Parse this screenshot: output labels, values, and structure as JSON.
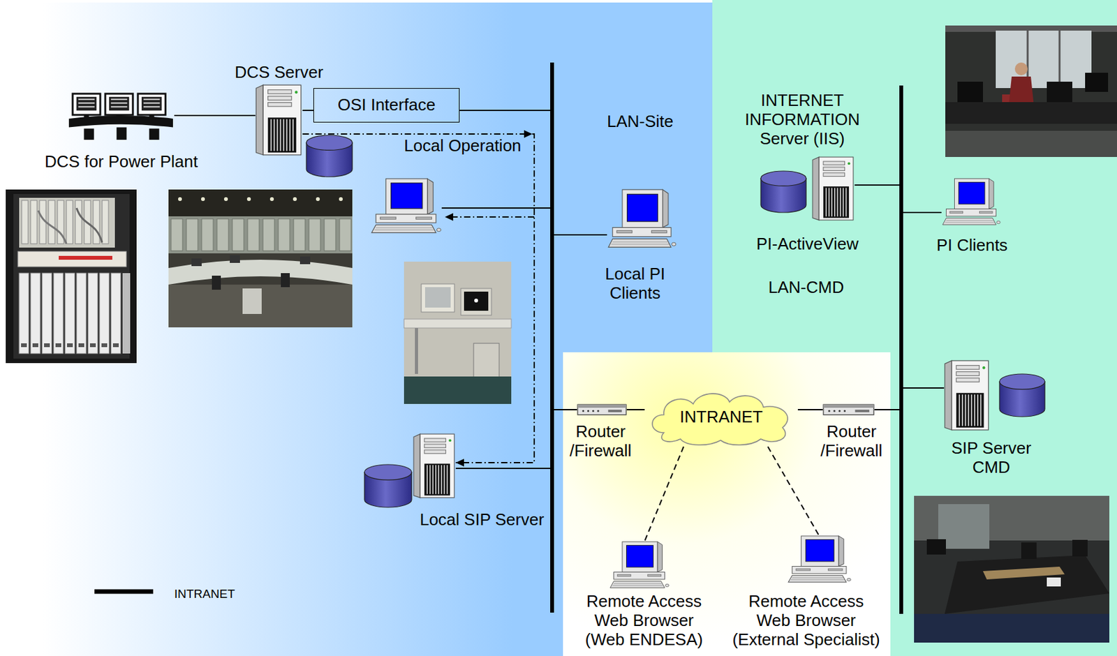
{
  "diagram": {
    "nodes": [
      {
        "text": [
          "DCS Server"
        ]
      },
      {
        "text": [
          "OSI Interface"
        ]
      },
      {
        "text": [
          "DCS for Power Plant"
        ]
      },
      {
        "text": [
          "LAN-Site"
        ]
      },
      {
        "text": [
          "INTERNET INFORMATION Server (IIS)",
          "PI-ActiveView"
        ]
      },
      {
        "text": [
          "LAN-CMD"
        ]
      },
      {
        "text": [
          "PI Clients"
        ]
      },
      {
        "text": [
          "Local PI Clients"
        ]
      },
      {
        "text": [
          "Local SIP Server"
        ]
      },
      {
        "text": [
          "Router /Firewall"
        ]
      },
      {
        "text": [
          "INTRANET"
        ]
      },
      {
        "text": [
          "Router /Firewall"
        ]
      },
      {
        "text": [
          "SIP Server CMD"
        ]
      },
      {
        "text": [
          "Remote Access Web Browser (Web ENDESA)"
        ]
      },
      {
        "text": [
          "Remote Access Web Browser (External Specialist)"
        ]
      }
    ],
    "edges": [
      {
        "from": 2,
        "to": 0,
        "arrow": "none"
      },
      {
        "from": 0,
        "to": 1,
        "arrow": "none"
      },
      {
        "from": 1,
        "to": 3,
        "arrow": "none"
      },
      {
        "from": 0,
        "to": 8,
        "arrow": "to"
      },
      {
        "from": 3,
        "to": 7,
        "arrow": "none"
      },
      {
        "from": 8,
        "to": 3,
        "arrow": "none"
      },
      {
        "from": 3,
        "to": 9,
        "arrow": "none"
      },
      {
        "from": 9,
        "to": 10,
        "arrow": "none"
      },
      {
        "from": 10,
        "to": 11,
        "arrow": "none"
      },
      {
        "from": 11,
        "to": 5,
        "arrow": "none"
      },
      {
        "from": 4,
        "to": 5,
        "arrow": "none"
      },
      {
        "from": 5,
        "to": 6,
        "arrow": "none"
      },
      {
        "from": 5,
        "to": 12,
        "arrow": "none"
      },
      {
        "from": 10,
        "to": 13,
        "arrow": "none"
      },
      {
        "from": 10,
        "to": 14,
        "arrow": "none"
      }
    ],
    "labels": [
      "Local Operation"
    ],
    "legend": [
      {
        "text": "INTRANET"
      }
    ]
  }
}
